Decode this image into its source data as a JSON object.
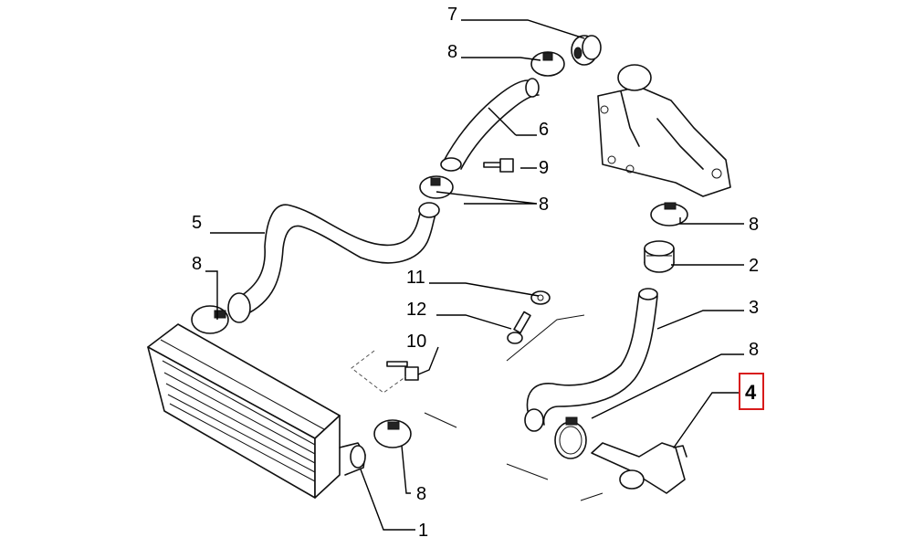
{
  "callouts": {
    "c1": "1",
    "c2": "2",
    "c3": "3",
    "c4": "4",
    "c5": "5",
    "c6": "6",
    "c7": "7",
    "c8_top": "8",
    "c8_upper_mid": "8",
    "c8_right_top": "8",
    "c8_left": "8",
    "c8_right_mid": "8",
    "c8_bottom": "8",
    "c9": "9",
    "c10": "10",
    "c11": "11",
    "c12": "12"
  },
  "highlight": {
    "target_callout": "4",
    "color": "#d81b1b"
  }
}
